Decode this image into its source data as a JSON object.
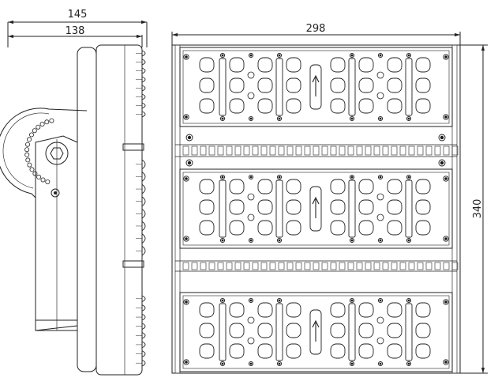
{
  "dimensions": {
    "side_overall": "145",
    "side_body": "138",
    "front_width": "298",
    "front_height": "340"
  },
  "colors": {
    "line": "#222222",
    "screw": "#1a1a1a"
  },
  "icons": {
    "arrow": "up-arrow-icon",
    "screw": "screw-icon",
    "bolt": "hex-bolt-icon"
  }
}
